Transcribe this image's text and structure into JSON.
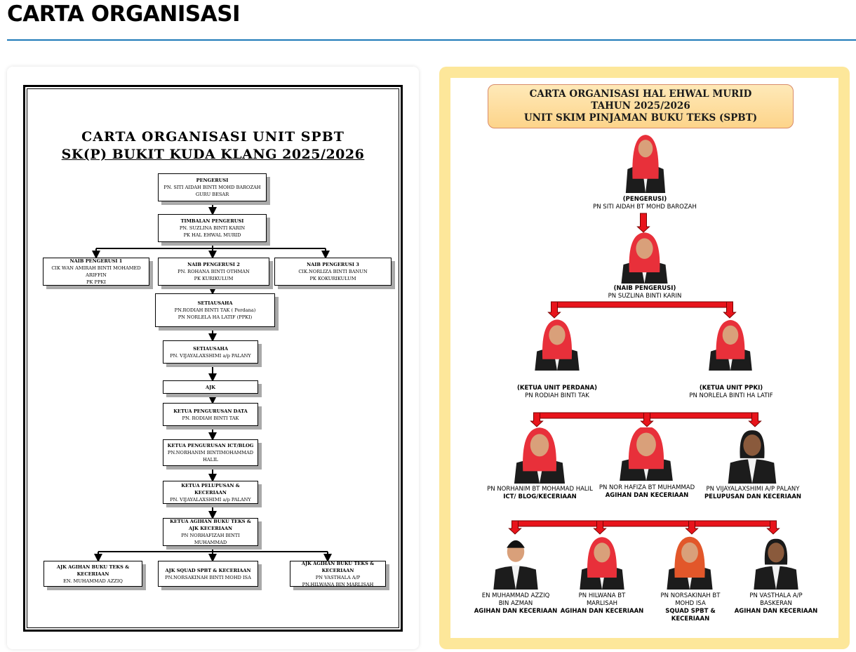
{
  "page": {
    "title": "CARTA ORGANISASI"
  },
  "left_chart": {
    "title_line1": "CARTA ORGANISASI UNIT SPBT",
    "title_line2": "SK(P) BUKIT KUDA KLANG 2025/2026",
    "boxes": [
      {
        "role": "PENGERUSI",
        "lines": [
          "PN. SITI AIDAH BINTI MOHD BAROZAH",
          "GURU BESAR"
        ]
      },
      {
        "role": "TIMBALAN PENGERUSI",
        "lines": [
          "PN. SUZLINA BINTI KARIN",
          "PK HAL EHWAL MURID"
        ]
      },
      {
        "role": "NAIB PENGERUSI 1",
        "lines": [
          "CIK WAN AMIRAH BINTI MOHAMED ARIFFIN",
          "PK PPKI"
        ]
      },
      {
        "role": "NAIB PENGERUSI  2",
        "lines": [
          "PN. ROHANA BINTI OTHMAN",
          "PK KURIKULUM"
        ]
      },
      {
        "role": "NAIB PENGERUSI  3",
        "lines": [
          "CIK.NORLIZA BINTI BANUN",
          "PK KOKURIKULUM"
        ]
      },
      {
        "role": "SETIAUSAHA",
        "lines": [
          "PN.RODIAH BINTI TAK ( Perdana)",
          "PN NORLELA  HA LATIF (PPKI)"
        ]
      },
      {
        "role": "SETIAUSAHA",
        "lines": [
          "PN. VIJAYALAXSHIMI a/p PALANY"
        ]
      },
      {
        "role": "AJK",
        "lines": []
      },
      {
        "role": "KETUA PENGURUSAN DATA",
        "lines": [
          "PN. RODIAH BINTI TAK"
        ]
      },
      {
        "role": "KETUA PENGURUSAN ICT/BLOG",
        "lines": [
          "PN.NORHANIM BINTIMOHAMMAD HALIL"
        ]
      },
      {
        "role": "KETUA PELUPUSAN & KECERIAAN",
        "lines": [
          "PN. VIJAYALAXSHIMI a/p PALANY"
        ]
      },
      {
        "role": "KETUA AGIHAN BUKU TEKS  & AJK KECERIAAN",
        "lines": [
          "PN NORHAFIZAH BINTI MUHAMMAD"
        ]
      },
      {
        "role": "AJK AGIHAN BUKU TEKS  & KECERIAAN",
        "lines": [
          "EN. MUHAMMAD AZZIQ"
        ]
      },
      {
        "role": "AJK SQUAD SPBT  & KECERIAAN",
        "lines": [
          "PN.NORSAKINAH BINTI MOHD ISA"
        ]
      },
      {
        "role": "AJK AGIHAN BUKU TEKS  & KECERIAAN",
        "lines": [
          "PN VASTHALA A/P",
          "PN.HILWANA BIN MARLISAH"
        ]
      }
    ]
  },
  "right_chart": {
    "banner": [
      "CARTA ORGANISASI HAL EHWAL MURID",
      "TAHUN 2025/2026",
      "UNIT SKIM PINJAMAN BUKU TEKS (SPBT)"
    ],
    "people": [
      {
        "lines": [
          "(PENGERUSI)",
          "PN SITI AIDAH BT MOHD BAROZAH"
        ],
        "bold": [
          0
        ]
      },
      {
        "lines": [
          "(NAIB PENGERUSI)",
          "PN SUZLINA BINTI KARIN"
        ],
        "bold": [
          0
        ]
      },
      {
        "lines": [
          "(KETUA UNIT PERDANA)",
          "PN RODIAH BINTI TAK"
        ],
        "bold": [
          0
        ]
      },
      {
        "lines": [
          "(KETUA UNIT PPKI)",
          "PN NORLELA BINTI HA LATIF"
        ],
        "bold": [
          0
        ]
      },
      {
        "lines": [
          "PN NORHANIM BT MOHAMAD HALIL",
          "ICT/ BLOG/KECERIAAN"
        ],
        "bold": [
          1
        ]
      },
      {
        "lines": [
          "PN NOR HAFIZA BT MUHAMMAD",
          "AGIHAN DAN KECERIAAN"
        ],
        "bold": [
          1
        ]
      },
      {
        "lines": [
          "PN VIJAYALAXSHIMI A/P PALANY",
          "PELUPUSAN DAN KECERIAAN"
        ],
        "bold": [
          1
        ]
      },
      {
        "lines": [
          "EN MUHAMMAD AZZIQ",
          "BIN AZMAN",
          "AGIHAN DAN KECERIAAN"
        ],
        "bold": [
          2
        ]
      },
      {
        "lines": [
          "PN HILWANA BT",
          "MARLISAH",
          "AGIHAN DAN KECERIAAN"
        ],
        "bold": [
          2
        ]
      },
      {
        "lines": [
          "PN NORSAKINAH BT",
          "MOHD ISA",
          "SQUAD SPBT & KECERIAAN"
        ],
        "bold": [
          2
        ]
      },
      {
        "lines": [
          "PN VASTHALA A/P",
          "BASKERAN",
          "AGIHAN DAN KECERIAAN"
        ],
        "bold": [
          2
        ]
      }
    ]
  },
  "colors": {
    "rule": "#1e7ab8",
    "card_border": "#fde79a",
    "arrow": "#e8141b",
    "hijab": "#e8303a",
    "suit": "#1c1c1c"
  }
}
